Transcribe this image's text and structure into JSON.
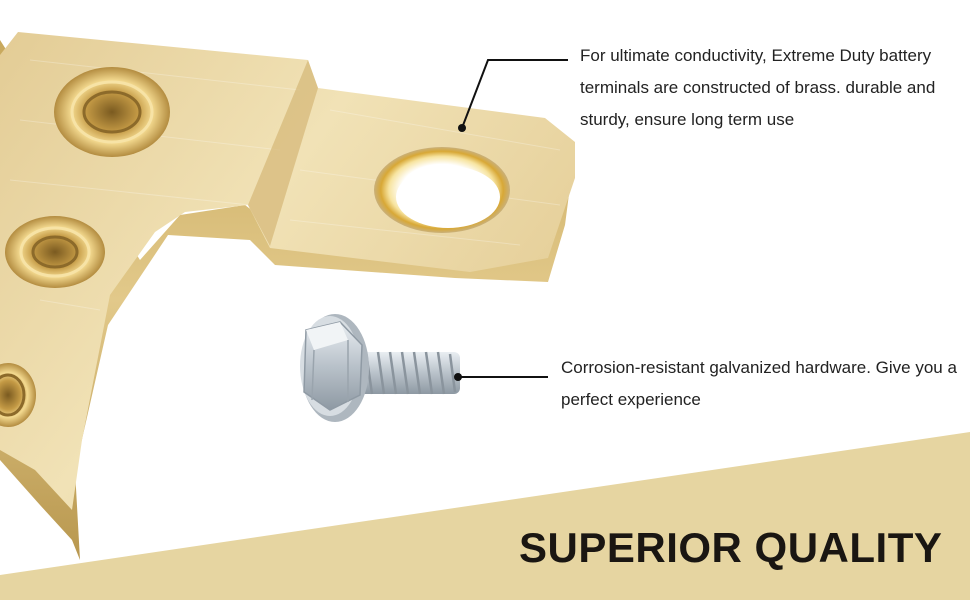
{
  "callouts": [
    {
      "text": "For ultimate conductivity, Extreme Duty battery terminals are constructed of brass. durable and sturdy, ensure long term use"
    },
    {
      "text": "Corrosion-resistant galvanized hardware. Give you a perfect experience"
    }
  ],
  "headline": "SUPERIOR QUALITY",
  "colors": {
    "banner": "#e6d5a1",
    "brass": "#dcc48c",
    "steel": "#bfc6cc",
    "text": "#222222"
  }
}
